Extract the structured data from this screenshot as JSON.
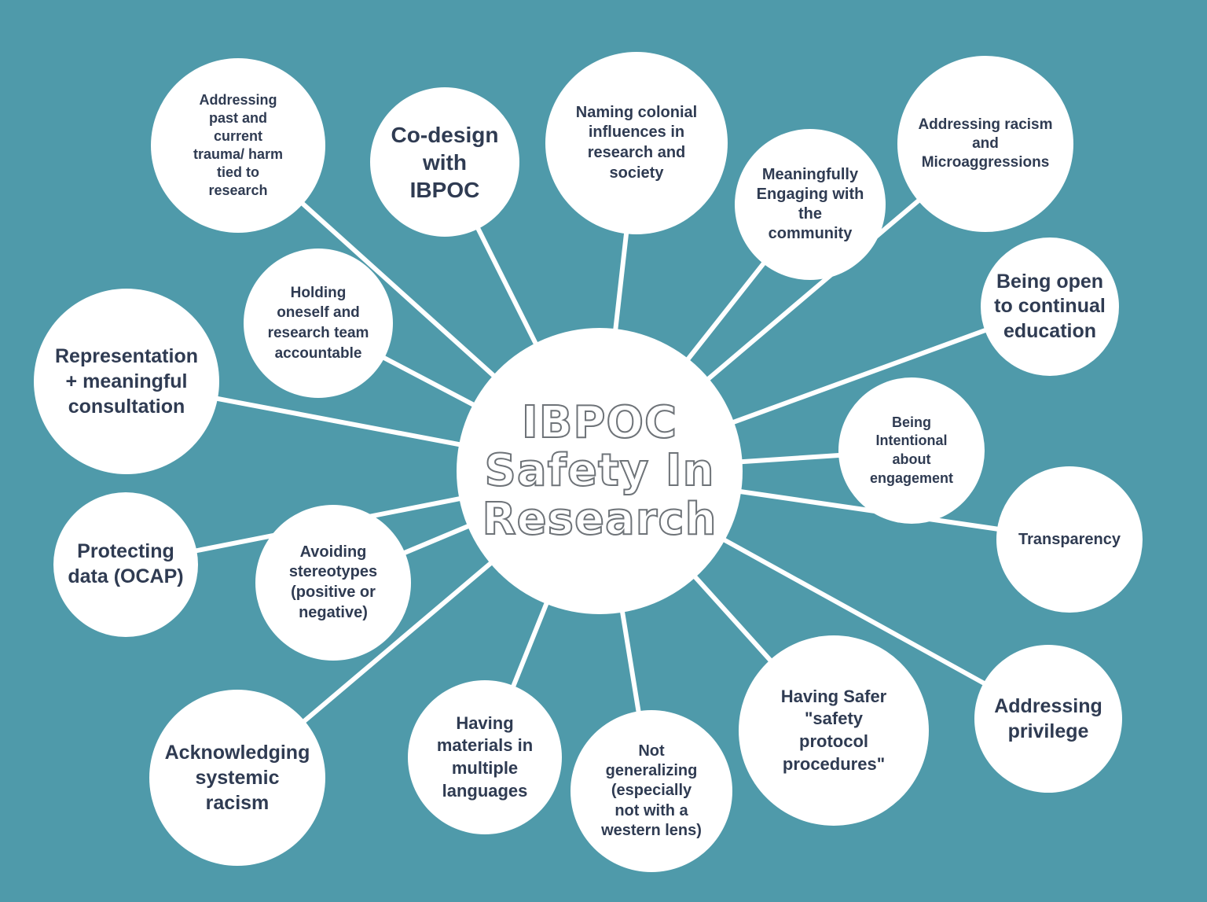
{
  "diagram": {
    "background_color": "#4f9aaa",
    "node_color": "#ffffff",
    "text_color": "#2f3b52",
    "center": {
      "id": "center",
      "label": "IBPOC\nSafety In\nResearch"
    },
    "nodes": [
      {
        "id": "addressing-past-trauma",
        "label": "Addressing\npast and\ncurrent\ntrauma/ harm\ntied to\nresearch"
      },
      {
        "id": "co-design",
        "label": "Co-design\nwith\nIBPOC"
      },
      {
        "id": "naming-colonial",
        "label": "Naming colonial\ninfluences in\nresearch and\nsociety"
      },
      {
        "id": "meaningfully-engaging",
        "label": "Meaningfully\nEngaging with\nthe\ncommunity"
      },
      {
        "id": "addressing-racism",
        "label": "Addressing racism\nand\nMicroaggressions"
      },
      {
        "id": "being-open",
        "label": "Being open\nto continual\neducation"
      },
      {
        "id": "being-intentional",
        "label": "Being\nIntentional\nabout\nengagement"
      },
      {
        "id": "transparency",
        "label": "Transparency"
      },
      {
        "id": "addressing-privilege",
        "label": "Addressing\nprivilege"
      },
      {
        "id": "having-safer",
        "label": "Having Safer\n\"safety\nprotocol\nprocedures\""
      },
      {
        "id": "not-generalizing",
        "label": "Not\ngeneralizing\n(especially\nnot with a\nwestern lens)"
      },
      {
        "id": "multiple-languages",
        "label": "Having\nmaterials in\nmultiple\nlanguages"
      },
      {
        "id": "acknowledging-racism",
        "label": "Acknowledging\nsystemic\nracism"
      },
      {
        "id": "avoiding-stereotypes",
        "label": "Avoiding\nstereotypes\n(positive or\nnegative)"
      },
      {
        "id": "protecting-data",
        "label": "Protecting\ndata (OCAP)"
      },
      {
        "id": "representation",
        "label": "Representation\n+ meaningful\nconsultation"
      },
      {
        "id": "holding-accountable",
        "label": "Holding\noneself and\nresearch team\naccountable"
      }
    ]
  }
}
